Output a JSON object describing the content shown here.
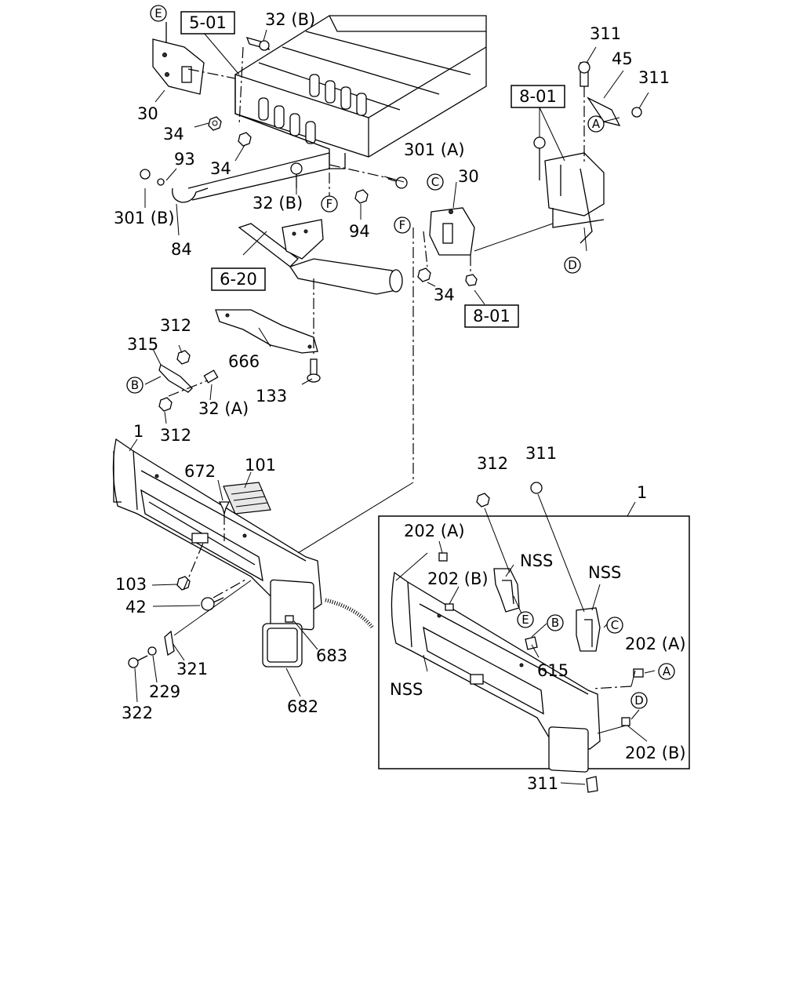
{
  "diagram": {
    "ref_boxes": {
      "r501": "5-01",
      "r801a": "8-01",
      "r801b": "8-01",
      "r620": "6-20"
    },
    "circle_markers": {
      "A1": "A",
      "A2": "A",
      "B1": "B",
      "B2": "B",
      "C1": "C",
      "C2": "C",
      "D1": "D",
      "D2": "D",
      "E1": "E",
      "E2": "E",
      "F1": "F",
      "F2": "F"
    },
    "labels": {
      "l32b_top": "32 (B)",
      "l30_left": "30",
      "l34_a": "34",
      "l34_b": "34",
      "l93": "93",
      "l301b": "301 (B)",
      "l84": "84",
      "l32b_mid": "32 (B)",
      "l94": "94",
      "l301a": "301 (A)",
      "l30_right": "30",
      "l34_c": "34",
      "l311_top": "311",
      "l45": "45",
      "l311_right": "311",
      "l312_top": "312",
      "l315": "315",
      "l666": "666",
      "l32a": "32 (A)",
      "l133": "133",
      "l312_bot": "312",
      "l1_main": "1",
      "l672": "672",
      "l101": "101",
      "l103": "103",
      "l42": "42",
      "l321": "321",
      "l229": "229",
      "l322": "322",
      "l683": "683",
      "l682": "682",
      "l1_inset": "1",
      "l312_inset": "312",
      "l311_inset": "311",
      "l202a_1": "202 (A)",
      "l202b_1": "202 (B)",
      "l202a_2": "202 (A)",
      "l202b_2": "202 (B)",
      "lnss1": "NSS",
      "lnss2": "NSS",
      "lnss3": "NSS",
      "l615": "615",
      "l311_bottom": "311"
    }
  }
}
